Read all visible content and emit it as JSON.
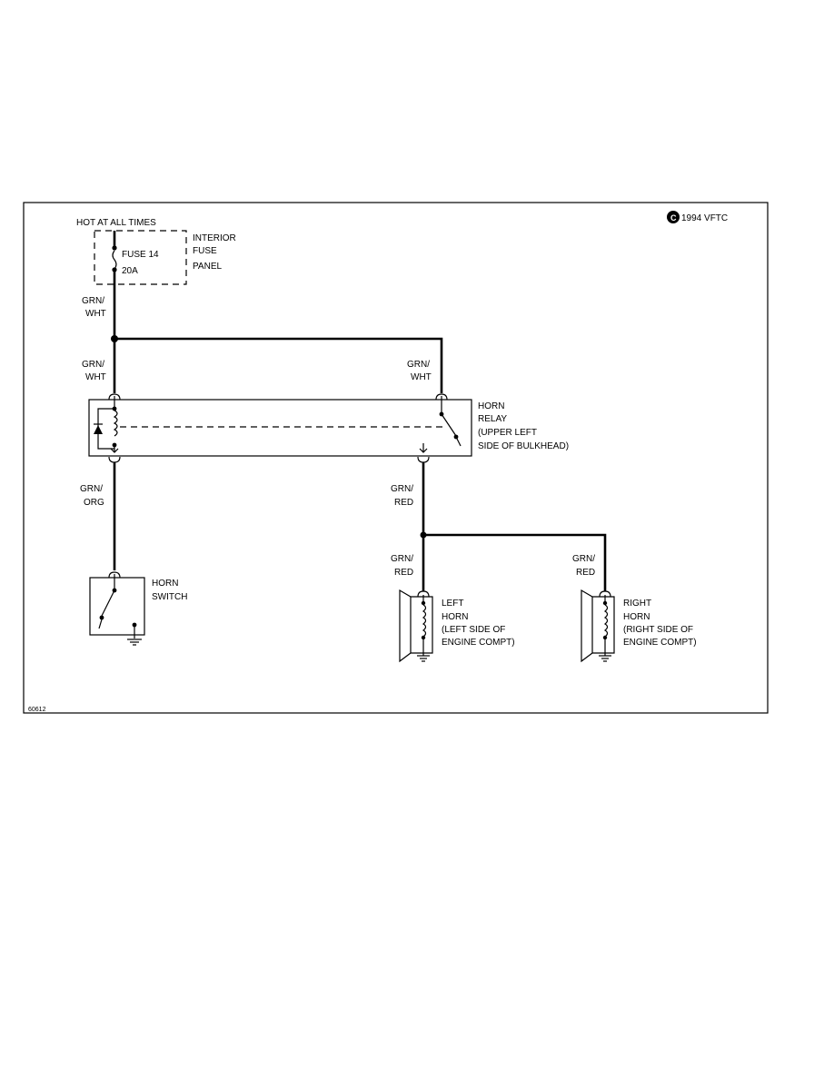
{
  "copyright": "1994 VFTC",
  "figure_id": "60612",
  "hot_label": "HOT AT ALL TIMES",
  "fuse": {
    "name": "FUSE 14",
    "rating": "20A"
  },
  "fuse_panel": {
    "line1": "INTERIOR",
    "line2": "FUSE",
    "line3": "PANEL"
  },
  "relay": {
    "line1": "HORN",
    "line2": "RELAY",
    "line3": "(UPPER LEFT",
    "line4": "SIDE OF BULKHEAD)"
  },
  "horn_switch": {
    "line1": "HORN",
    "line2": "SWITCH"
  },
  "left_horn": {
    "line1": "LEFT",
    "line2": "HORN",
    "line3": "(LEFT SIDE OF",
    "line4": "ENGINE COMPT)"
  },
  "right_horn": {
    "line1": "RIGHT",
    "line2": "HORN",
    "line3": "(RIGHT SIDE OF",
    "line4": "ENGINE COMPT)"
  },
  "wires": {
    "fuse_out": [
      "GRN/",
      "WHT"
    ],
    "relay_coil_in": [
      "GRN/",
      "WHT"
    ],
    "relay_switch_in": [
      "GRN/",
      "WHT"
    ],
    "switch_feed": [
      "GRN/",
      "ORG"
    ],
    "relay_out": [
      "GRN/",
      "RED"
    ],
    "left_horn_feed": [
      "GRN/",
      "RED"
    ],
    "right_horn_feed": [
      "GRN/",
      "RED"
    ]
  }
}
